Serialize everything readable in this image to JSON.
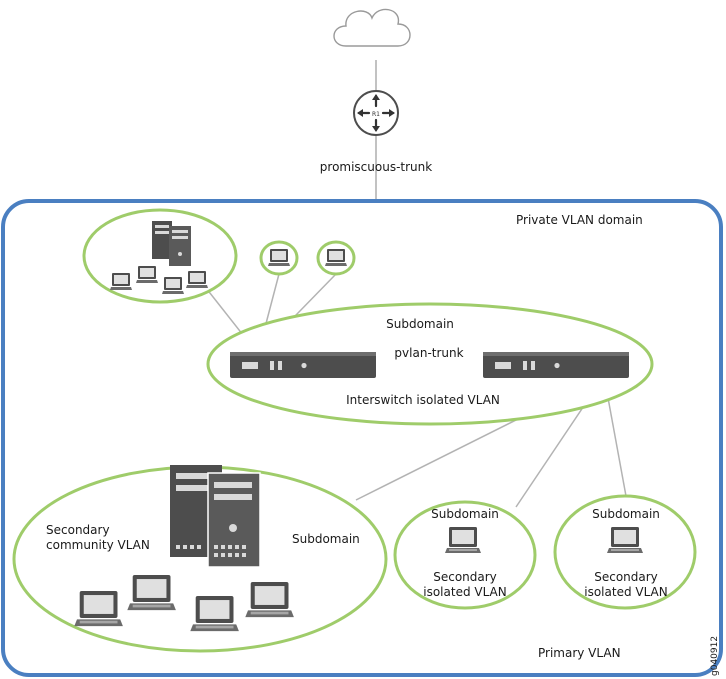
{
  "labels": {
    "promiscuous_trunk": "promiscuous-trunk",
    "private_vlan_domain": "Private VLAN domain",
    "subdomain_top": "Subdomain",
    "pvlan_trunk": "pvlan-trunk",
    "interswitch_isolated_vlan": "Interswitch isolated VLAN",
    "secondary_community_vlan_line1": "Secondary",
    "secondary_community_vlan_line2": "community VLAN",
    "subdomain_community": "Subdomain",
    "isolated_a": {
      "subdomain": "Subdomain",
      "line1": "Secondary",
      "line2": "isolated VLAN"
    },
    "isolated_b": {
      "subdomain": "Subdomain",
      "line1": "Secondary",
      "line2": "isolated VLAN"
    },
    "primary_vlan": "Primary VLAN",
    "figure_id": "g040912"
  },
  "colors": {
    "domain_border": "#4a7fc1",
    "subdomain_ring": "#9fcc6a",
    "link": "#b3b3b3",
    "device_dark": "#4d4d4d",
    "device_light": "#e6e6e6"
  },
  "icons": [
    "cloud-icon",
    "router-icon",
    "switch-icon",
    "server-icon",
    "laptop-icon"
  ]
}
